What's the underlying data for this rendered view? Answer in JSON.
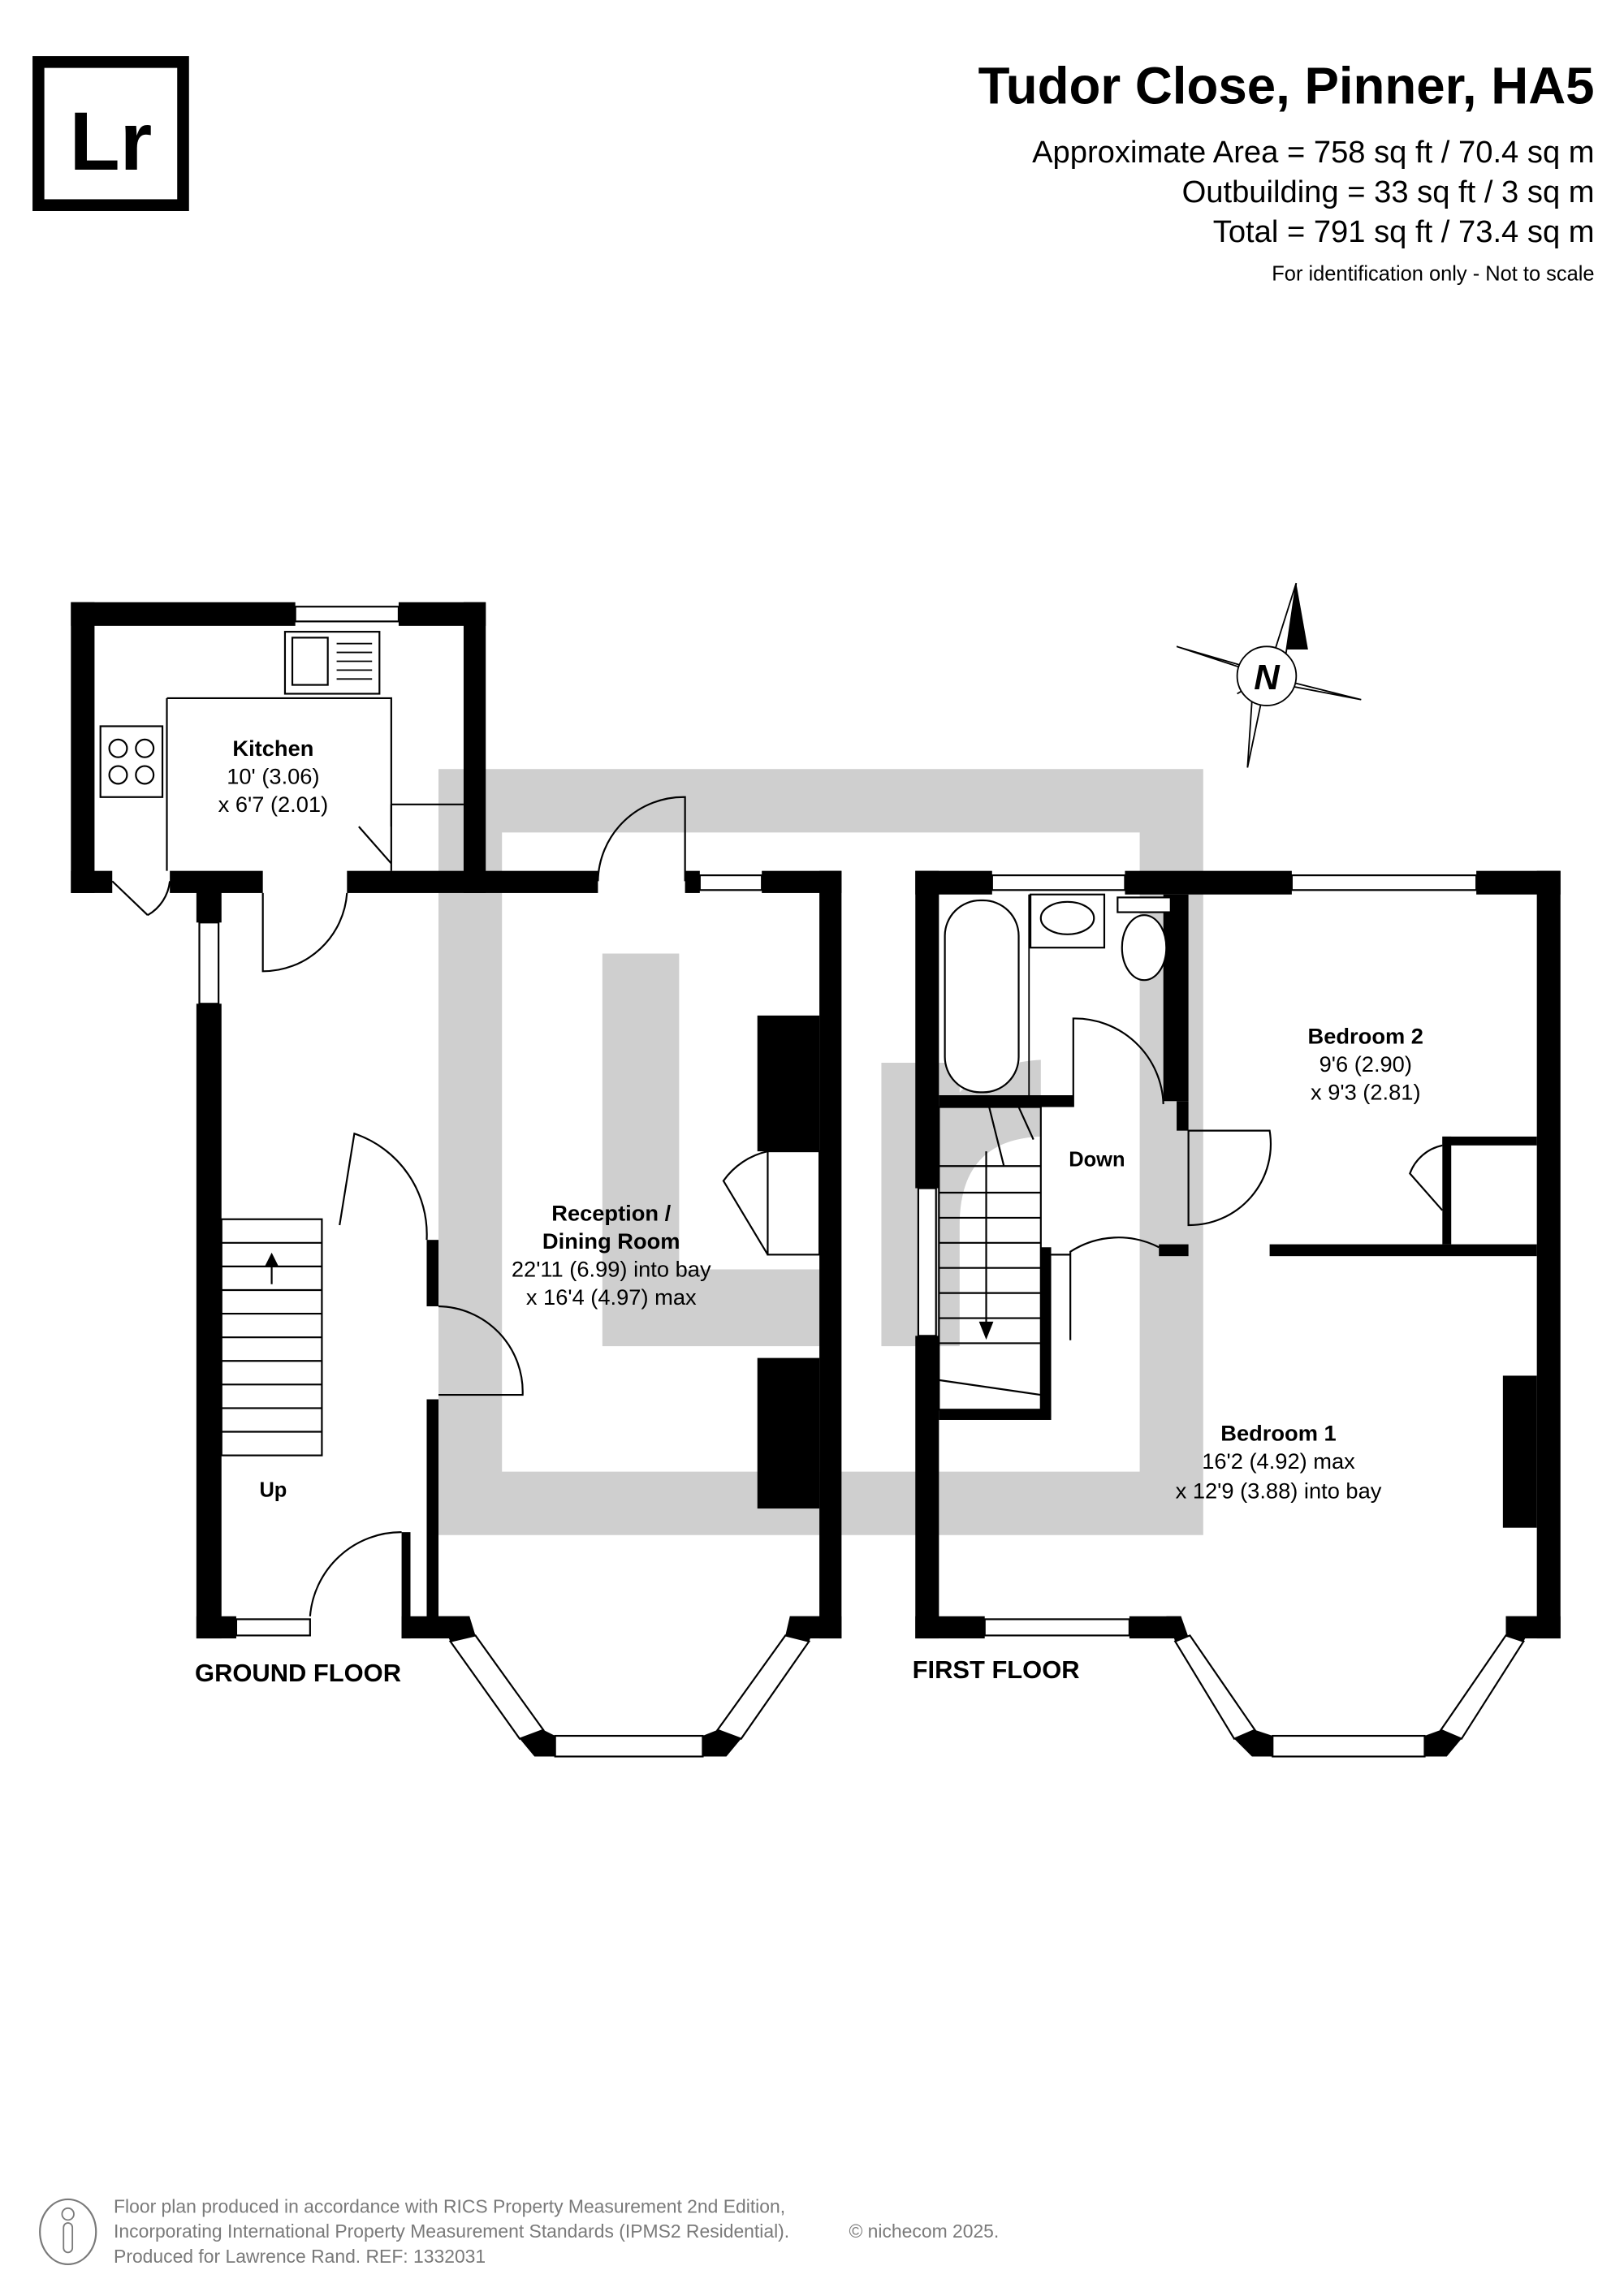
{
  "logo": {
    "text": "Lr"
  },
  "header": {
    "title": "Tudor Close, Pinner, HA5",
    "area_lines": [
      "Approximate Area = 758 sq ft / 70.4 sq m",
      "Outbuilding = 33 sq ft / 3 sq m",
      "Total = 791 sq ft / 73.4 sq m"
    ],
    "note": "For identification only - Not to scale"
  },
  "compass": {
    "label": "N"
  },
  "ground_floor": {
    "label": "GROUND FLOOR",
    "stairs": "Up",
    "rooms": [
      {
        "name": "Kitchen",
        "dim1": "10' (3.06)",
        "dim2": "x 6'7 (2.01)"
      },
      {
        "name_line1": "Reception /",
        "name_line2": "Dining Room",
        "dim1": "22'11 (6.99) into bay",
        "dim2": "x 16'4 (4.97) max"
      }
    ]
  },
  "first_floor": {
    "label": "FIRST FLOOR",
    "stairs": "Down",
    "rooms": [
      {
        "name": "Bedroom 2",
        "dim1": "9'6 (2.90)",
        "dim2": "x 9'3 (2.81)"
      },
      {
        "name": "Bedroom 1",
        "dim1": "16'2 (4.92) max",
        "dim2": "x 12'9 (3.88) into bay"
      }
    ]
  },
  "footer": {
    "lines": [
      "Floor plan produced in accordance with RICS Property Measurement 2nd Edition,",
      "Incorporating International Property Measurement Standards (IPMS2 Residential).",
      "Produced for Lawrence Rand.   REF: 1332031"
    ],
    "copyright": "© nichecom 2025."
  },
  "colors": {
    "walls": "#000000",
    "watermark": "#cfcfcf",
    "footer_text": "#7a7a7a"
  }
}
